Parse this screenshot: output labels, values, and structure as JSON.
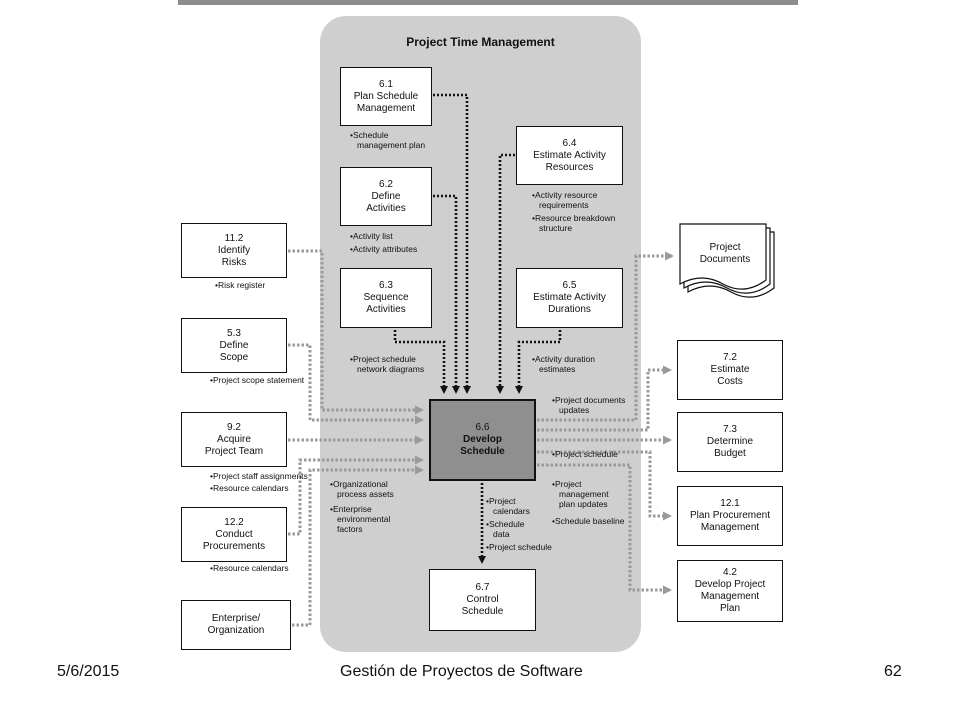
{
  "diagram": {
    "title": "Project Time Management",
    "center": {
      "num": "6.6",
      "lines": [
        "Develop",
        "Schedule"
      ]
    },
    "processes": {
      "p61": {
        "num": "6.1",
        "lines": [
          "Plan Schedule",
          "Management"
        ]
      },
      "p62": {
        "num": "6.2",
        "lines": [
          "Define",
          "Activities"
        ]
      },
      "p63": {
        "num": "6.3",
        "lines": [
          "Sequence",
          "Activities"
        ]
      },
      "p64": {
        "num": "6.4",
        "lines": [
          "Estimate Activity",
          "Resources"
        ]
      },
      "p65": {
        "num": "6.5",
        "lines": [
          "Estimate Activity",
          "Durations"
        ]
      },
      "p67": {
        "num": "6.7",
        "lines": [
          "Control",
          "Schedule"
        ]
      }
    },
    "inputs": {
      "i112": {
        "num": "11.2",
        "lines": [
          "Identify",
          "Risks"
        ]
      },
      "i53": {
        "num": "5.3",
        "lines": [
          "Define",
          "Scope"
        ]
      },
      "i92": {
        "num": "9.2",
        "lines": [
          "Acquire",
          "Project Team"
        ]
      },
      "i122": {
        "num": "12.2",
        "lines": [
          "Conduct",
          "Procurements"
        ]
      },
      "ient": {
        "num": "",
        "lines": [
          "Enterprise/",
          "Organization"
        ]
      }
    },
    "outputs": {
      "docs": {
        "lines": [
          "Project",
          "Documents"
        ]
      },
      "o72": {
        "num": "7.2",
        "lines": [
          "Estimate",
          "Costs"
        ]
      },
      "o73": {
        "num": "7.3",
        "lines": [
          "Determine",
          "Budget"
        ]
      },
      "o121": {
        "num": "12.1",
        "lines": [
          "Plan Procurement",
          "Management"
        ]
      },
      "o42": {
        "num": "4.2",
        "lines": [
          "Develop Project",
          "Management",
          "Plan"
        ]
      }
    },
    "labels": {
      "l61": [
        "Schedule",
        "management plan"
      ],
      "l62a": [
        "Activity list"
      ],
      "l62b": [
        "Activity attributes"
      ],
      "l63": [
        "Project schedule",
        "network diagrams"
      ],
      "l64a": [
        "Activity resource",
        "requirements"
      ],
      "l64b": [
        "Resource breakdown",
        "structure"
      ],
      "l65": [
        "Activity duration",
        "estimates"
      ],
      "lrisk": [
        "Risk register"
      ],
      "lscope": [
        "Project scope statement"
      ],
      "lteam_a": [
        "Project staff assignments"
      ],
      "lteam_b": [
        "Resource calendars"
      ],
      "lproc": [
        "Resource calendars"
      ],
      "lent_a": [
        "Organizational",
        "process assets"
      ],
      "lent_b": [
        "Enterprise",
        "environmental",
        "factors"
      ],
      "lout_docs": [
        "Project documents",
        "updates"
      ],
      "lout_sched": [
        "Project schedule"
      ],
      "lout_pmp_a": [
        "Project",
        "management",
        "plan updates"
      ],
      "lout_pmp_b": [
        "Schedule baseline"
      ],
      "l67a": [
        "Project",
        "calendars"
      ],
      "l67b": [
        "Schedule",
        "data"
      ],
      "l67c": [
        "Project schedule"
      ]
    }
  },
  "footer": {
    "date": "5/6/2015",
    "title": "Gestión de Proyectos de Software",
    "page": "62"
  }
}
